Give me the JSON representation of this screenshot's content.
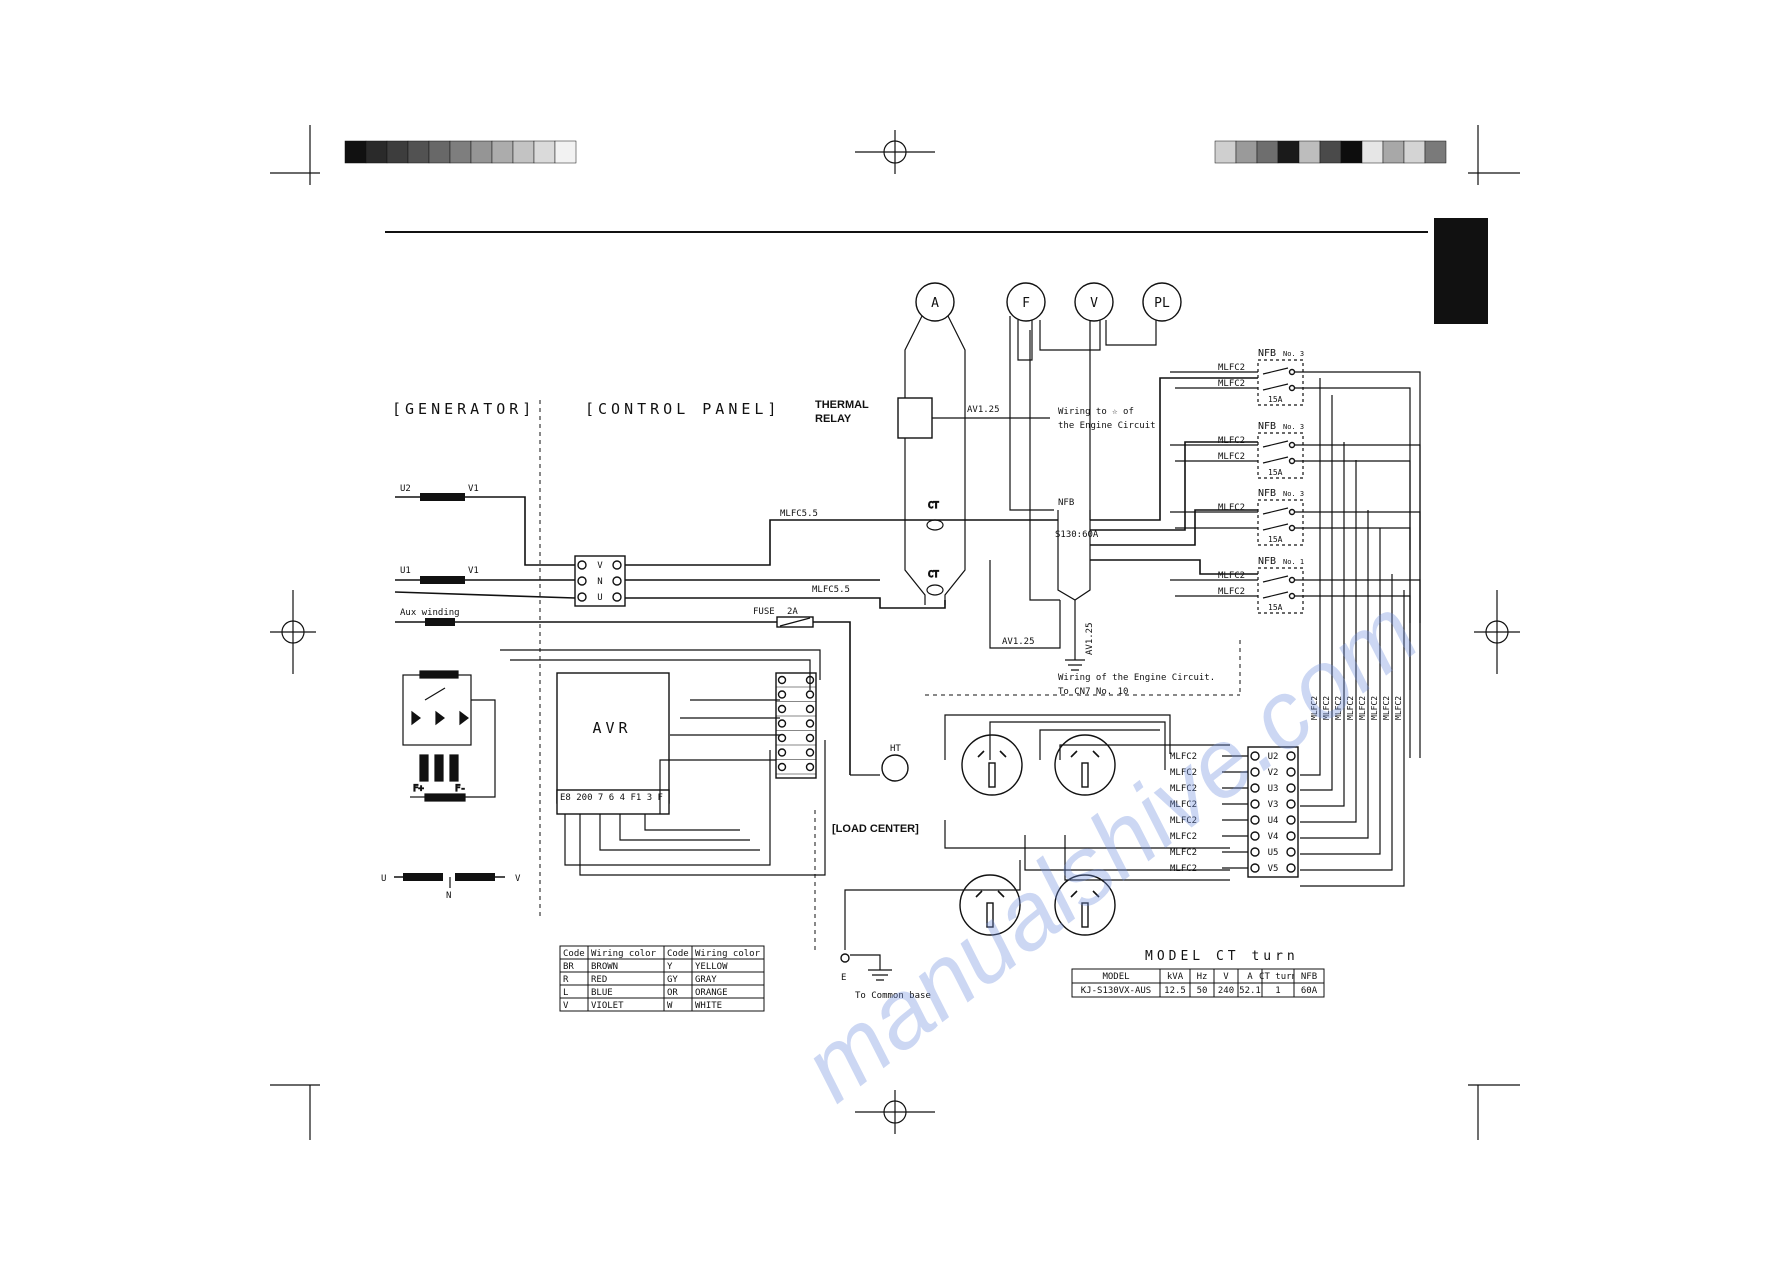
{
  "sections": {
    "generator": "[GENERATOR]",
    "control_panel": "[CONTROL PANEL]",
    "load_center": "[LOAD CENTER]"
  },
  "meters": {
    "ammeter": "A",
    "frequency": "F",
    "voltmeter": "V",
    "pilot_lamp": "PL"
  },
  "thermal_relay": {
    "line1": "THERMAL",
    "line2": "RELAY"
  },
  "engine_note_top": {
    "line1": "Wiring to ☆ of",
    "line2": "the Engine Circuit"
  },
  "engine_note_bottom": {
    "line1": "Wiring of the Engine Circuit.",
    "line2": "To CN7 No. 10"
  },
  "avr": {
    "label": "AVR",
    "terminals": "E8 200 7 6 4 F1 3 F"
  },
  "fuse": {
    "label": "FUSE",
    "rating": "2A"
  },
  "main_breaker": {
    "label": "NFB",
    "model": "S130:60A"
  },
  "breakers": [
    {
      "label": "NFB",
      "no": "No. 3",
      "rating": "15A",
      "wire1": "MLFC2",
      "wire2": "MLFC2"
    },
    {
      "label": "NFB",
      "no": "No. 3",
      "rating": "15A",
      "wire1": "MLFC2",
      "wire2": "MLFC2"
    },
    {
      "label": "NFB",
      "no": "No. 3",
      "rating": "15A",
      "wire1": "MLFC2",
      "wire2": ""
    },
    {
      "label": "NFB",
      "no": "No. 1",
      "rating": "15A",
      "wire1": "MLFC2",
      "wire2": "MLFC2"
    }
  ],
  "wires": {
    "mlfc55_top": "MLFC5.5",
    "mlfc55_bottom": "MLFC5.5",
    "av125_top": "AV1.25",
    "av125_bottom": "AV1.25",
    "av125_vertical": "AV1.25",
    "mlfc2": "MLFC2"
  },
  "generator_coils": {
    "u2": "U2",
    "v1_top": "V1",
    "u1": "U1",
    "v1": "V1",
    "aux": "Aux winding",
    "f_plus": "F+",
    "f_minus": "F-",
    "u": "U",
    "n": "N",
    "v": "V"
  },
  "gen_terminal_block": [
    "V",
    "N",
    "U"
  ],
  "ct_label": "CT",
  "ht_label": "HT",
  "load_terminals": [
    "U2",
    "V2",
    "U3",
    "V3",
    "U4",
    "V4",
    "U5",
    "V5"
  ],
  "load_wire_label": "MLFC2",
  "ground": {
    "label": "E",
    "note": "To Common base"
  },
  "color_code_table": {
    "headers": [
      "Code",
      "Wiring color",
      "Code",
      "Wiring color"
    ],
    "rows": [
      [
        "BR",
        "BROWN",
        "Y",
        "YELLOW"
      ],
      [
        "R",
        "RED",
        "GY",
        "GRAY"
      ],
      [
        "L",
        "BLUE",
        "OR",
        "ORANGE"
      ],
      [
        "V",
        "VIOLET",
        "W",
        "WHITE"
      ]
    ]
  },
  "model_table": {
    "title": "MODEL  CT  turn",
    "headers": [
      "MODEL",
      "kVA",
      "Hz",
      "V",
      "A",
      "CT turn",
      "NFB"
    ],
    "row": [
      "KJ-S130VX-AUS",
      "12.5",
      "50",
      "240",
      "52.1",
      "1",
      "60A"
    ]
  },
  "watermark": "manualshive.com",
  "colors": {
    "ink": "#111111",
    "paper": "#ffffff",
    "watermark": "#6e8cdc"
  },
  "color_bars": {
    "left": [
      "#111111",
      "#2a2a2a",
      "#3d3d3d",
      "#525252",
      "#686868",
      "#7e7e7e",
      "#959595",
      "#acacac",
      "#c3c3c3",
      "#dadada",
      "#f2f2f2"
    ],
    "right": [
      "#cfcfcf",
      "#9a9a9a",
      "#6e6e6e",
      "#1a1a1a",
      "#bdbdbd",
      "#4a4a4a",
      "#0d0d0d",
      "#e6e6e6",
      "#a8a8a8",
      "#d4d4d4",
      "#7a7a7a"
    ]
  }
}
